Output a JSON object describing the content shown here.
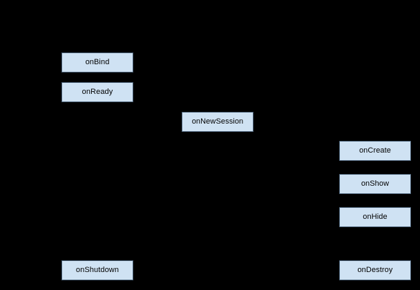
{
  "diagram": {
    "description": "Service lifecycle callback diagram on black background",
    "colors": {
      "background": "#000000",
      "node_fill": "#cfe2f3",
      "node_border": "#4a6076",
      "node_text": "#000000"
    },
    "nodes": [
      {
        "id": "onBind",
        "label": "onBind"
      },
      {
        "id": "onReady",
        "label": "onReady"
      },
      {
        "id": "onNewSession",
        "label": "onNewSession"
      },
      {
        "id": "onCreate",
        "label": "onCreate"
      },
      {
        "id": "onShow",
        "label": "onShow"
      },
      {
        "id": "onHide",
        "label": "onHide"
      },
      {
        "id": "onShutdown",
        "label": "onShutdown"
      },
      {
        "id": "onDestroy",
        "label": "onDestroy"
      }
    ]
  }
}
